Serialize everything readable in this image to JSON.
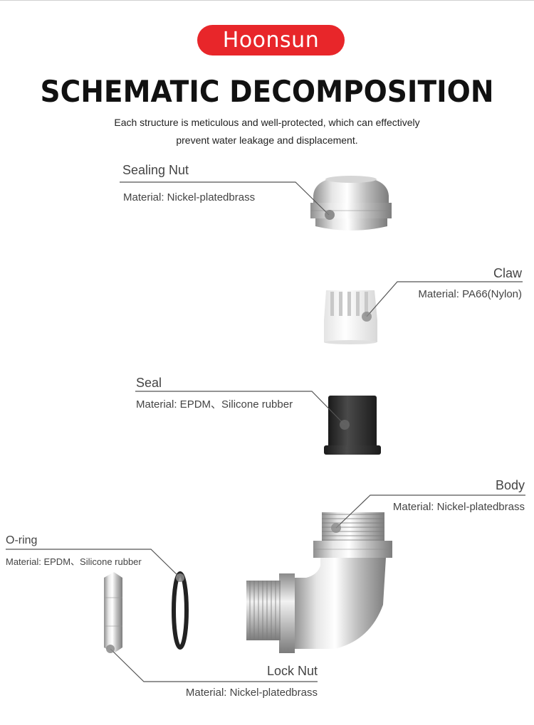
{
  "brand": {
    "logo_text": "Hoonsun"
  },
  "header": {
    "title": "SCHEMATIC DECOMPOSITION",
    "subtitle_line1": "Each structure is meticulous and well-protected, which can effectively",
    "subtitle_line2": "prevent water leakage and displacement."
  },
  "parts": {
    "sealing_nut": {
      "name": "Sealing Nut",
      "material": "Material: Nickel-platedbrass"
    },
    "claw": {
      "name": "Claw",
      "material": "Material: PA66(Nylon)"
    },
    "seal": {
      "name": "Seal",
      "material": "Material: EPDM、Silicone rubber"
    },
    "body": {
      "name": "Body",
      "material": "Material: Nickel-platedbrass"
    },
    "o_ring": {
      "name": "O-ring",
      "material": "Material: EPDM、Silicone rubber"
    },
    "lock_nut": {
      "name": "Lock Nut",
      "material": "Material: Nickel-platedbrass"
    }
  },
  "colors": {
    "brand_red": "#e8262a",
    "leader_line": "#555555",
    "metal": "#c9c9c9",
    "rubber": "#2b2b2b"
  }
}
